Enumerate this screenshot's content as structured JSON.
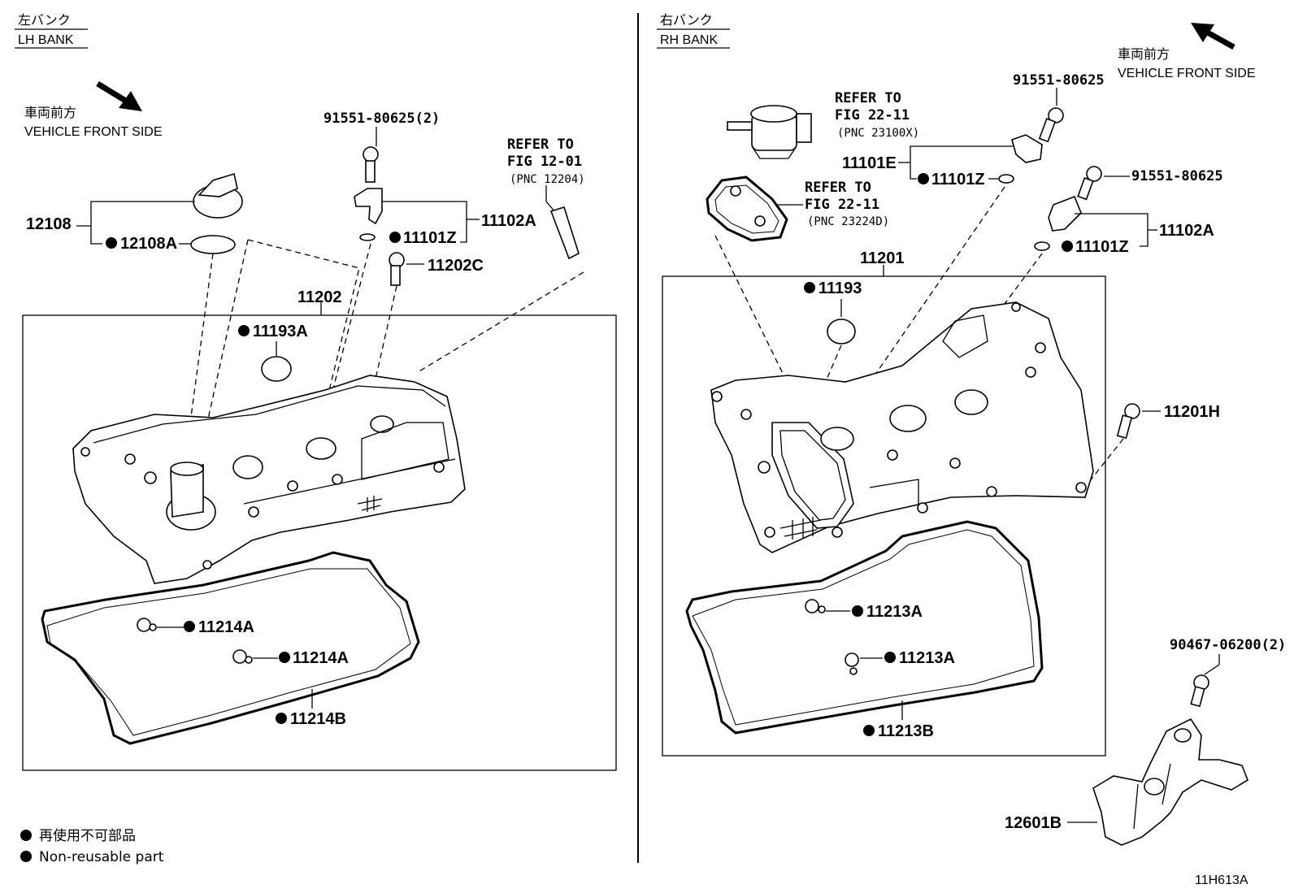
{
  "lh": {
    "bank_jp": "左バンク",
    "bank_en": "LH BANK",
    "front_jp": "車両前方",
    "front_en": "VEHICLE FRONT SIDE",
    "parts": {
      "bolt_top": "91551-80625(2)",
      "refer1": "REFER TO",
      "refer2": "FIG 12-01",
      "refer3": "(PNC 12204)",
      "cap": "12108",
      "cap_gasket": "12108A",
      "sensor": "11102A",
      "oring": "11101Z",
      "bolt_c": "11202C",
      "cover": "11202",
      "plug_seal": "11193A",
      "grommet1": "11214A",
      "grommet2": "11214A",
      "gasket": "11214B"
    }
  },
  "rh": {
    "bank_jp": "右バンク",
    "bank_en": "RH BANK",
    "front_jp": "車両前方",
    "front_en": "VEHICLE FRONT SIDE",
    "parts": {
      "refer_a1": "REFER TO",
      "refer_a2": "FIG 22-11",
      "refer_a3": "(PNC 23100X)",
      "refer_b1": "REFER TO",
      "refer_b2": "FIG 22-11",
      "refer_b3": "(PNC 23224D)",
      "bolt_top": "91551-80625",
      "sensor_e": "11101E",
      "oring_1": "11101Z",
      "bolt_2": "91551-80625",
      "sensor": "11102A",
      "oring_2": "11101Z",
      "cover": "11201",
      "plug_seal": "11193",
      "bolt_h": "11201H",
      "grommet1": "11213A",
      "grommet2": "11213A",
      "gasket": "11213B",
      "bolt_bracket": "90467-06200(2)",
      "bracket": "12601B"
    }
  },
  "legend": {
    "jp": "再使用不可部品",
    "en": "Non-reusable part"
  },
  "figure_id": "11H613A"
}
